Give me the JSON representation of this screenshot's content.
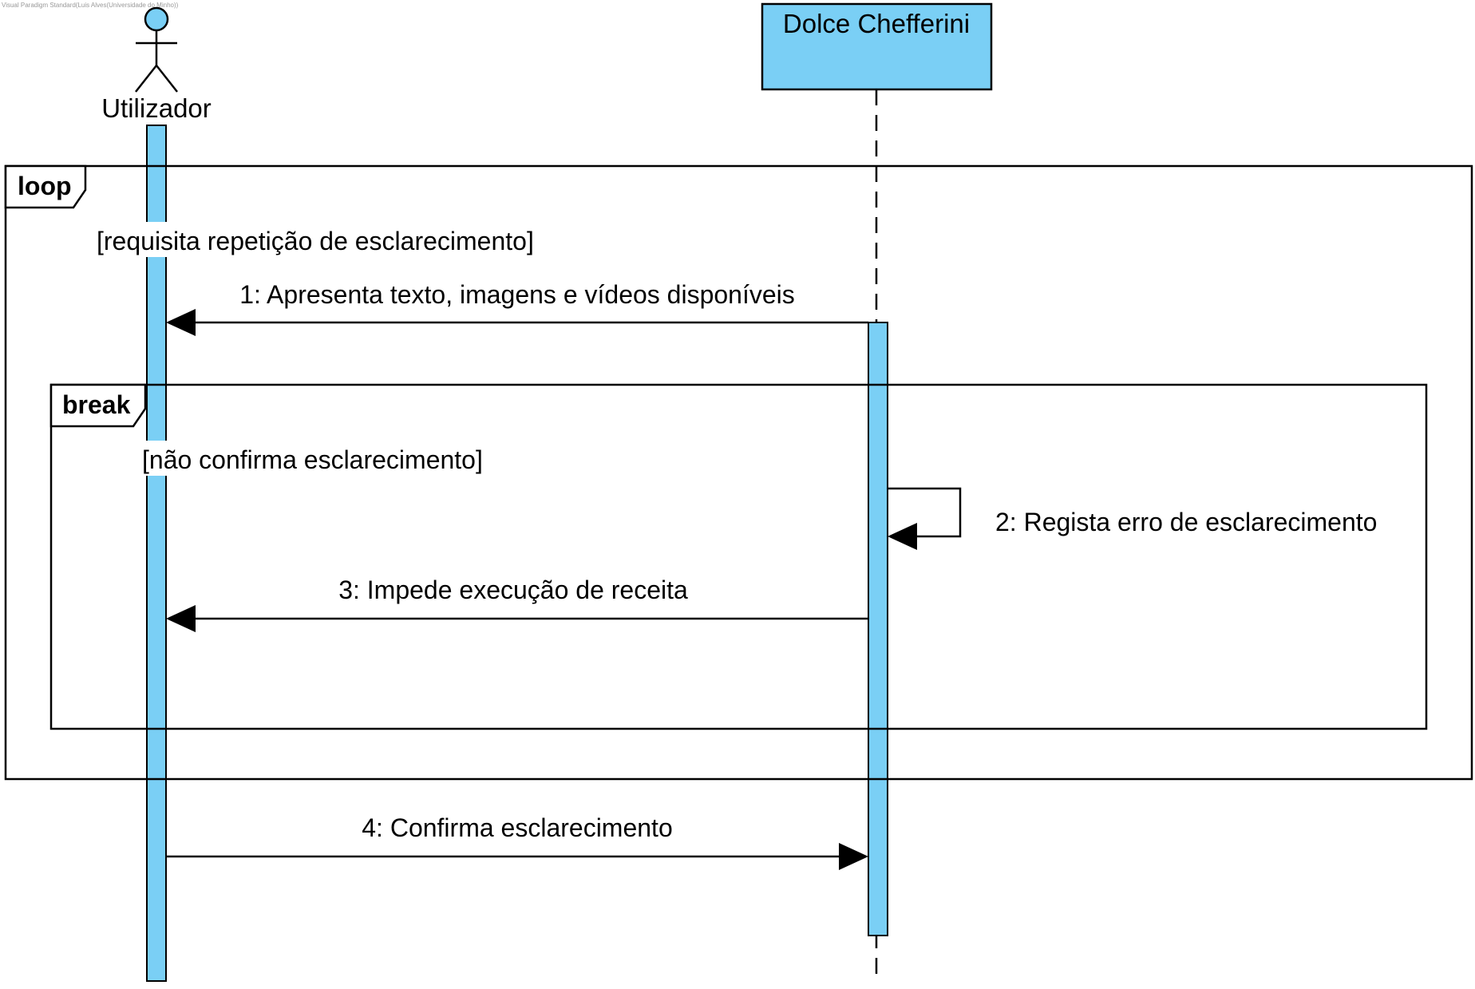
{
  "watermark": "Visual Paradigm Standard(Luis Alves(Universidade do Minho))",
  "colors": {
    "participant_fill": "#7ACFF5",
    "activation_fill": "#7ACFF5",
    "line": "#000000",
    "background": "#FFFFFF"
  },
  "participants": {
    "actor": {
      "name": "Utilizador",
      "icon": "stick-figure-actor-icon"
    },
    "system": {
      "name": "Dolce Chefferini"
    }
  },
  "fragments": {
    "loop": {
      "operator": "loop",
      "guard": "[requisita repetição de esclarecimento]"
    },
    "break": {
      "operator": "break",
      "guard": "[não confirma esclarecimento]"
    }
  },
  "messages": [
    {
      "label": "1: Apresenta texto, imagens e vídeos disponíveis",
      "from": "Dolce Chefferini",
      "to": "Utilizador"
    },
    {
      "label": "2: Regista erro de esclarecimento",
      "from": "Dolce Chefferini",
      "to": "Dolce Chefferini"
    },
    {
      "label": "3: Impede execução de receita",
      "from": "Dolce Chefferini",
      "to": "Utilizador"
    },
    {
      "label": "4: Confirma esclarecimento",
      "from": "Utilizador",
      "to": "Dolce Chefferini"
    }
  ]
}
